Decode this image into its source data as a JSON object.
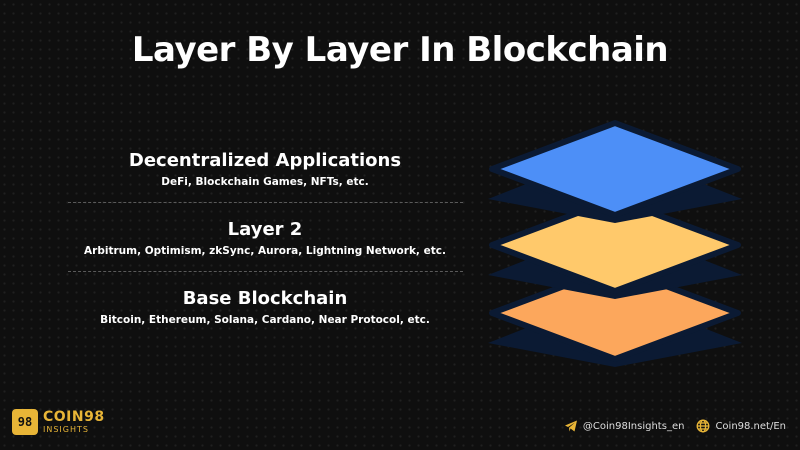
{
  "title": "Layer By Layer In Blockchain",
  "layers": [
    {
      "title": "Decentralized Applications",
      "subtitle": "DeFi, Blockchain Games, NFTs, etc."
    },
    {
      "title": "Layer 2",
      "subtitle": "Arbitrum, Optimism, zkSync, Aurora, Lightning Network, etc."
    },
    {
      "title": "Base Blockchain",
      "subtitle": "Bitcoin, Ethereum, Solana, Cardano, Near Protocol, etc."
    }
  ],
  "stack_colors": {
    "top": "#4d8ff7",
    "middle": "#ffc96b",
    "bottom": "#fca75c",
    "outline": "#0b1a33"
  },
  "brand": {
    "logo_mark": "98",
    "name": "COIN98",
    "tagline": "INSIGHTS",
    "color": "#e8b537"
  },
  "footer": {
    "telegram_icon": "telegram-icon",
    "telegram_handle": "@Coin98Insights_en",
    "web_icon": "globe-icon",
    "website": "Coin98.net/En"
  }
}
